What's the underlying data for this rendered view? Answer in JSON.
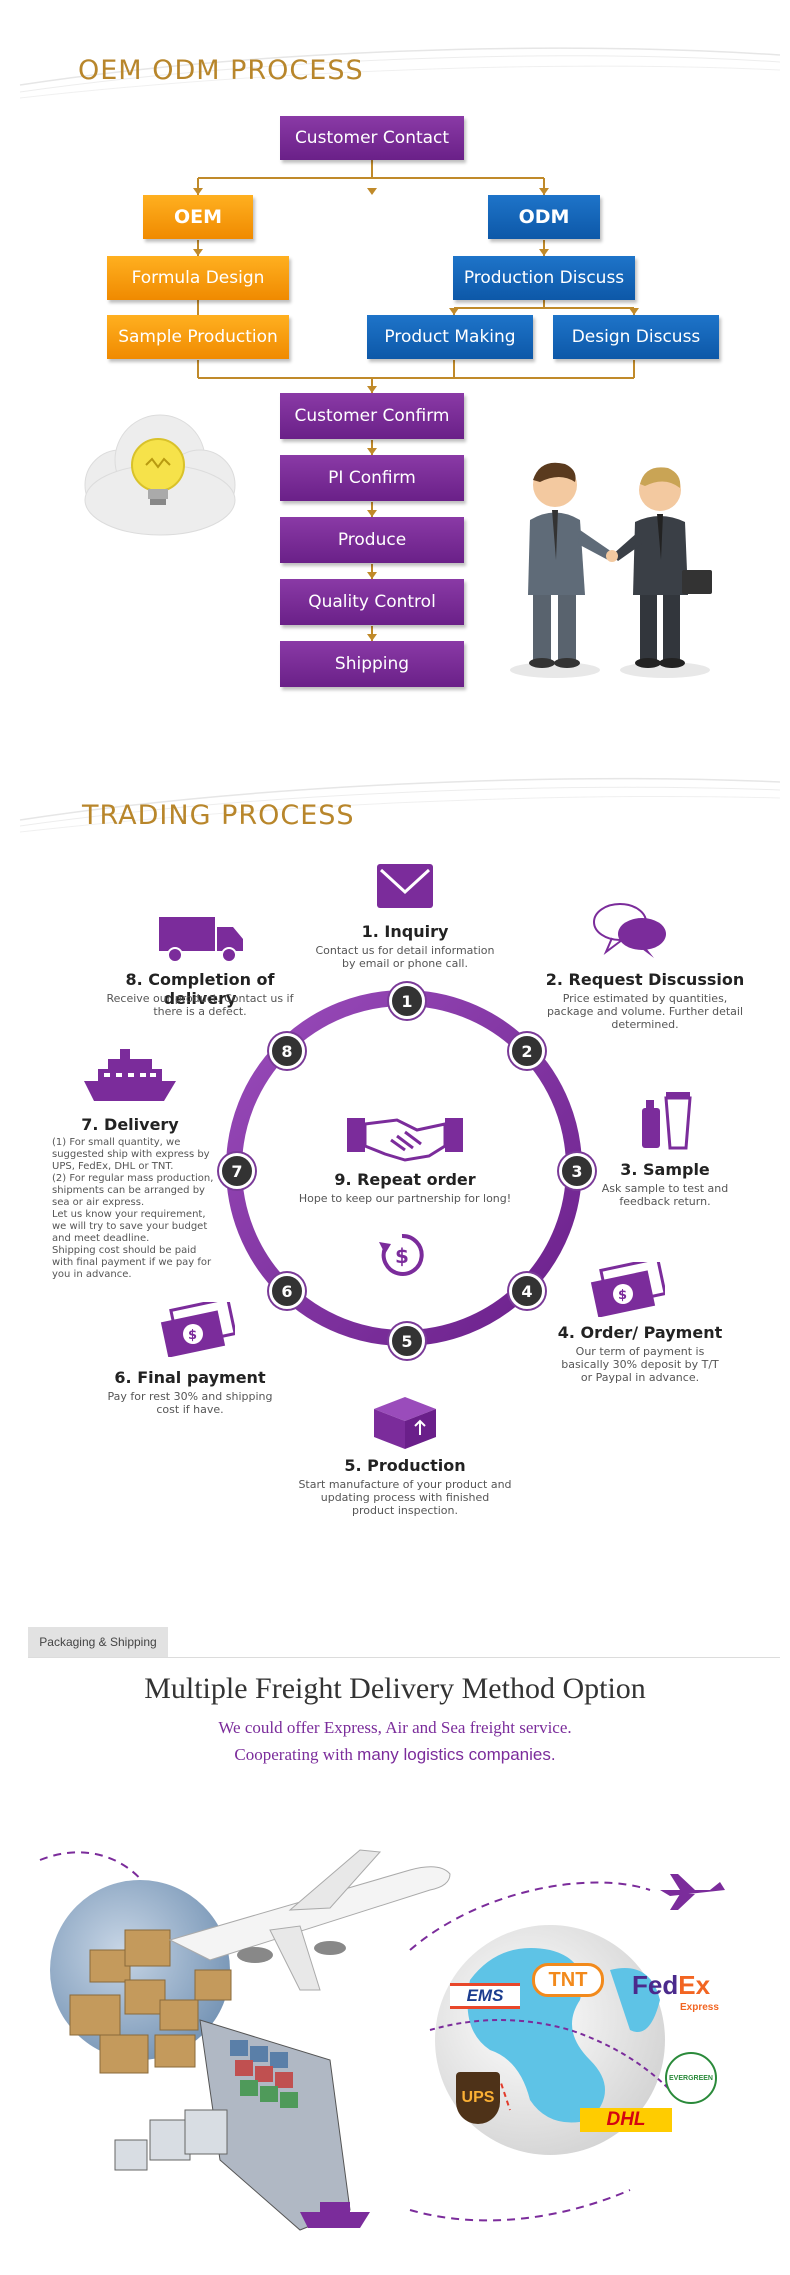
{
  "oem_section": {
    "title": "OEM ODM PROCESS",
    "customer_contact": "Customer Contact",
    "oem": "OEM",
    "odm": "ODM",
    "formula_design": "Formula Design",
    "sample_production": "Sample Production",
    "production_discuss": "Production Discuss",
    "product_making": "Product Making",
    "design_discuss": "Design Discuss",
    "customer_confirm": "Customer Confirm",
    "pi_confirm": "PI Confirm",
    "produce": "Produce",
    "quality_control": "Quality Control",
    "shipping": "Shipping"
  },
  "trading_section": {
    "title": "TRADING PROCESS",
    "steps": [
      {
        "num": "1",
        "title": "1. Inquiry",
        "desc": "Contact us for detail information\nby email or phone call."
      },
      {
        "num": "2",
        "title": "2. Request Discussion",
        "desc": "Price estimated by quantities,\npackage and volume. Further detail\ndetermined."
      },
      {
        "num": "3",
        "title": "3. Sample",
        "desc": "Ask sample to test and\nfeedback return."
      },
      {
        "num": "4",
        "title": "4. Order/ Payment",
        "desc": "Our term of payment is\nbasically 30% deposit by T/T\nor Paypal in advance."
      },
      {
        "num": "5",
        "title": "5. Production",
        "desc": "Start manufacture of your product and\nupdating process with finished\nproduct inspection."
      },
      {
        "num": "6",
        "title": "6. Final payment",
        "desc": "Pay for rest 30% and shipping\ncost if have."
      },
      {
        "num": "7",
        "title": "7. Delivery",
        "desc": "(1) For small quantity, we\nsuggested ship with express by\nUPS, FedEx, DHL or TNT.\n(2) For regular mass production,\nshipments can be arranged by\nsea or air express.\nLet us know your requirement,\nwe will try to save your budget\nand meet deadline.\nShipping cost should be paid\nwith final payment if we pay for\nyou in advance."
      },
      {
        "num": "8",
        "title": "8. Completion of delivery",
        "desc": "Receive our product. Contact us if\nthere is a defect."
      }
    ],
    "center_title": "9. Repeat order",
    "center_desc": "Hope to keep our partnership for long!"
  },
  "packaging_section": {
    "tab": "Packaging & Shipping",
    "headline": "Multiple Freight Delivery Method Option",
    "line1": "We could offer Express, Air and Sea freight service.",
    "line2_a": "Cooperating with ",
    "line2_b": "many logistics companies."
  },
  "logos": {
    "ems": "EMS",
    "tnt": "TNT",
    "fedex_fed": "Fed",
    "fedex_ex": "Ex",
    "fedex_sub": "Express",
    "ups": "UPS",
    "dhl": "DHL",
    "green": "EVERGREEN"
  },
  "colors": {
    "purple": "#7b2c9b",
    "orange": "#f39200",
    "blue": "#0f5fb0",
    "gold": "#b8862b"
  }
}
